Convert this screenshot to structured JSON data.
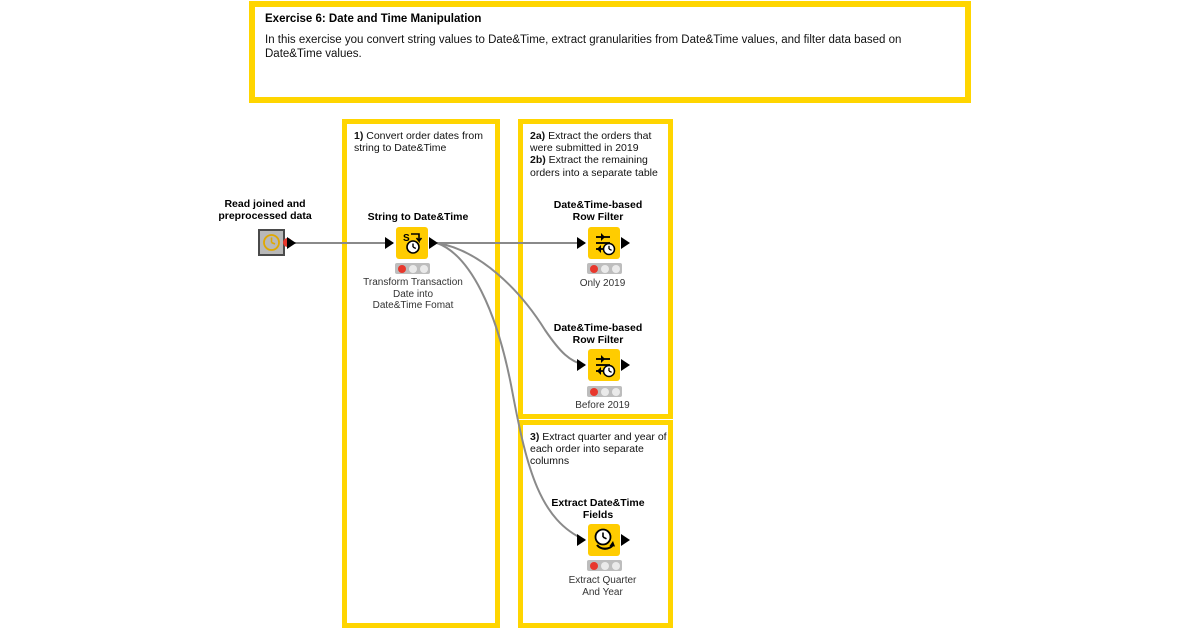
{
  "header_annotation": {
    "title": "Exercise 6: Date and Time Manipulation",
    "body": "In this exercise you convert string values to Date&Time, extract granularities from Date&Time values, and filter data based on Date&Time values."
  },
  "groups": [
    {
      "id": "group1",
      "number": "1)",
      "label": " Convert order dates from string to Date&Time"
    },
    {
      "id": "group2",
      "number": "2a)",
      "label": " Extract the orders that were submitted in 2019",
      "number2": "2b)",
      "label2": " Extract the remaining orders into a separate table"
    },
    {
      "id": "group3",
      "number": "3)",
      "label": " Extract quarter and year of each order into separate columns"
    }
  ],
  "nodes": [
    {
      "id": "read-joined-data",
      "type": "metanode",
      "title": "Read joined and\npreprocessed data",
      "subtitle": "",
      "icon": "clock-icon"
    },
    {
      "id": "string-to-datetime",
      "type": "node",
      "title": "String to Date&Time",
      "subtitle": "Transform Transaction\nDate into\nDate&Time Fomat",
      "icon": "string-to-datetime-icon",
      "status": [
        "red",
        "off",
        "off"
      ]
    },
    {
      "id": "row-filter-only-2019",
      "type": "node",
      "title": "Date&Time-based\nRow Filter",
      "subtitle": "Only 2019",
      "icon": "datetime-row-filter-icon",
      "status": [
        "red",
        "off",
        "off"
      ]
    },
    {
      "id": "row-filter-before-2019",
      "type": "node",
      "title": "Date&Time-based\nRow Filter",
      "subtitle": "Before 2019",
      "icon": "datetime-row-filter-icon",
      "status": [
        "red",
        "off",
        "off"
      ]
    },
    {
      "id": "extract-datetime-fields",
      "type": "node",
      "title": "Extract Date&Time\nFields",
      "subtitle": "Extract Quarter\nAnd Year",
      "icon": "extract-datetime-icon",
      "status": [
        "red",
        "off",
        "off"
      ]
    }
  ],
  "colors": {
    "annotation_border": "#FFD500",
    "node_fill": "#FFCC00",
    "status_red": "#E8372C",
    "connection": "#8a8a8a",
    "metanode_fill": "#B8B8B8"
  }
}
